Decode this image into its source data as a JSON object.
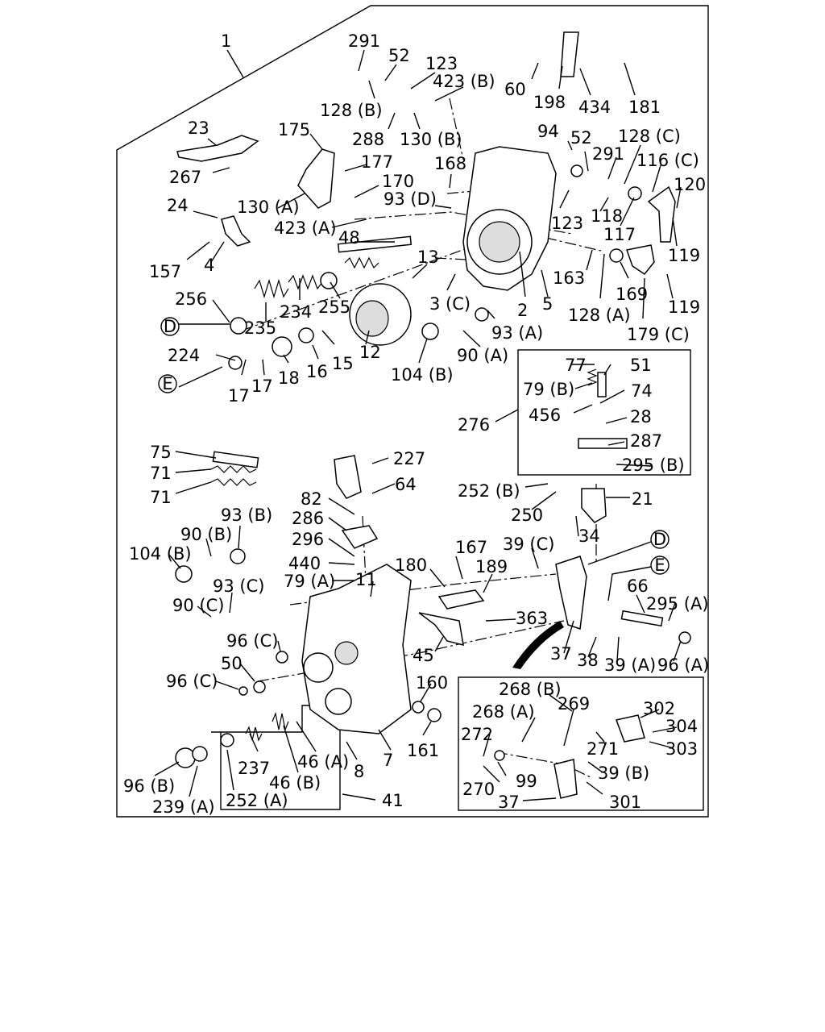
{
  "labels": {
    "l1": "1",
    "l291a": "291",
    "l52a": "52",
    "l123a": "123",
    "l423b": "423 (B)",
    "l128b": "128 (B)",
    "l288": "288",
    "l130b": "130 (B)",
    "l60": "60",
    "l198": "198",
    "l434": "434",
    "l181": "181",
    "l23": "23",
    "l175": "175",
    "l267": "267",
    "l177": "177",
    "l170": "170",
    "l168": "168",
    "l94": "94",
    "l52b": "52",
    "l291b": "291",
    "l128c": "128 (C)",
    "l116c": "116 (C)",
    "l120": "120",
    "l24": "24",
    "l130a": "130 (A)",
    "l93d": "93 (D)",
    "l423a": "423 (A)",
    "l123b": "123",
    "l118": "118",
    "l117": "117",
    "l48": "48",
    "l119a": "119",
    "l157": "157",
    "l4": "4",
    "l13": "13",
    "l163": "163",
    "l169": "169",
    "l256": "256",
    "l255": "255",
    "l234": "234",
    "l3c": "3 (C)",
    "l2": "2",
    "l5": "5",
    "l119b": "119",
    "l235": "235",
    "l128a": "128 (A)",
    "l93a": "93 (A)",
    "l179c": "179 (C)",
    "l224": "224",
    "l15": "15",
    "l12": "12",
    "l90a": "90 (A)",
    "l16": "16",
    "l18": "18",
    "l17a": "17",
    "l17b": "17",
    "l104b": "104 (B)",
    "l77": "77",
    "l51": "51",
    "l79b": "79 (B)",
    "l74": "74",
    "l456": "456",
    "l28": "28",
    "l276": "276",
    "l287": "287",
    "l295b": "295 (B)",
    "l75": "75",
    "l227": "227",
    "l71a": "71",
    "l71b": "71",
    "l64": "64",
    "l252b": "252 (B)",
    "l21": "21",
    "l82": "82",
    "l250": "250",
    "l286": "286",
    "l93b": "93 (B)",
    "l34": "34",
    "l90b": "90 (B)",
    "l296": "296",
    "l167": "167",
    "l39c": "39 (C)",
    "l104b2": "104 (B)",
    "l440": "440",
    "l180": "180",
    "l189": "189",
    "l79a": "79 (A)",
    "l11": "11",
    "l66": "66",
    "l93c": "93 (C)",
    "l295a": "295 (A)",
    "l90c": "90 (C)",
    "l363": "363",
    "l96c1": "96 (C)",
    "l45": "45",
    "l37a": "37",
    "l38": "38",
    "l39a": "39 (A)",
    "l96a": "96 (A)",
    "l50": "50",
    "l96c2": "96 (C)",
    "l160": "160",
    "l268b": "268 (B)",
    "l302": "302",
    "l268a": "268 (A)",
    "l269": "269",
    "l304": "304",
    "l272": "272",
    "l271": "271",
    "l303": "303",
    "l161": "161",
    "l46a": "46 (A)",
    "l237": "237",
    "l7": "7",
    "l8": "8",
    "l46b": "46 (B)",
    "l99": "99",
    "l39b": "39 (B)",
    "l270": "270",
    "l96b": "96 (B)",
    "l239a": "239 (A)",
    "l252a": "252 (A)",
    "l41": "41",
    "l37b": "37",
    "l301": "301"
  },
  "markers": {
    "d1": "D",
    "e1": "E",
    "d2": "D",
    "e2": "E"
  }
}
